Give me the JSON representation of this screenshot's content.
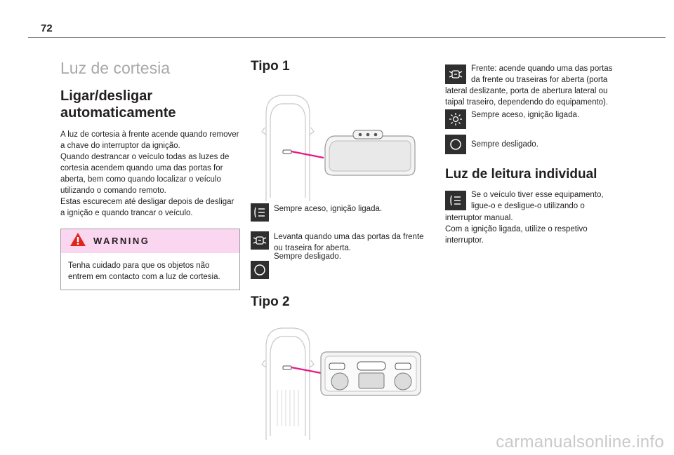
{
  "page": {
    "number": "72",
    "watermark": "carmanualsonline.info"
  },
  "left": {
    "section_title": "Luz de cortesia",
    "subtitle": "Ligar/desligar automaticamente",
    "body1": "A luz de cortesia à frente acende quando remover a chave do interruptor da ignição.",
    "body2": "Quando destrancar o veículo todas as luzes de cortesia acendem quando uma das portas for aberta, bem como quando localizar o veículo utilizando o comando remoto.",
    "body3": "Estas escurecem até desligar depois de desligar a ignição e quando trancar o veículo.",
    "warning": {
      "title": "WARNING",
      "text": "Tenha cuidado para que os objetos não entrem em contacto com a luz de cortesia."
    }
  },
  "middle": {
    "tipo1": {
      "title": "Tipo 1",
      "items": [
        {
          "icon": "door-light-icon",
          "text": "Sempre aceso, ignição ligada."
        },
        {
          "icon": "doors-open-icon",
          "text": "Levanta quando uma das portas da frente ou traseira for aberta."
        },
        {
          "icon": "off-circle-icon",
          "text": "Sempre desligado."
        }
      ]
    },
    "tipo2": {
      "title": "Tipo 2"
    }
  },
  "right": {
    "items": [
      {
        "icon": "doors-open-icon",
        "text": "Frente: acende quando uma das portas da frente ou traseiras for aberta (porta lateral deslizante, porta de abertura lateral ou taipal traseiro, dependendo do equipamento)."
      },
      {
        "icon": "sun-icon",
        "text": "Sempre aceso, ignição ligada."
      },
      {
        "icon": "off-circle-icon",
        "text": "Sempre desligado."
      }
    ],
    "reading": {
      "title": "Luz de leitura individual",
      "text1": "Se o veículo tiver esse equipamento, ligue-o e desligue-o utilizando o interruptor manual.",
      "text2": "Com a ignição ligada, utilize o respetivo interruptor."
    }
  },
  "colors": {
    "warning_bg": "#fbd6f0",
    "pointer": "#e8178a",
    "icon_bg": "#2f2f2f"
  }
}
